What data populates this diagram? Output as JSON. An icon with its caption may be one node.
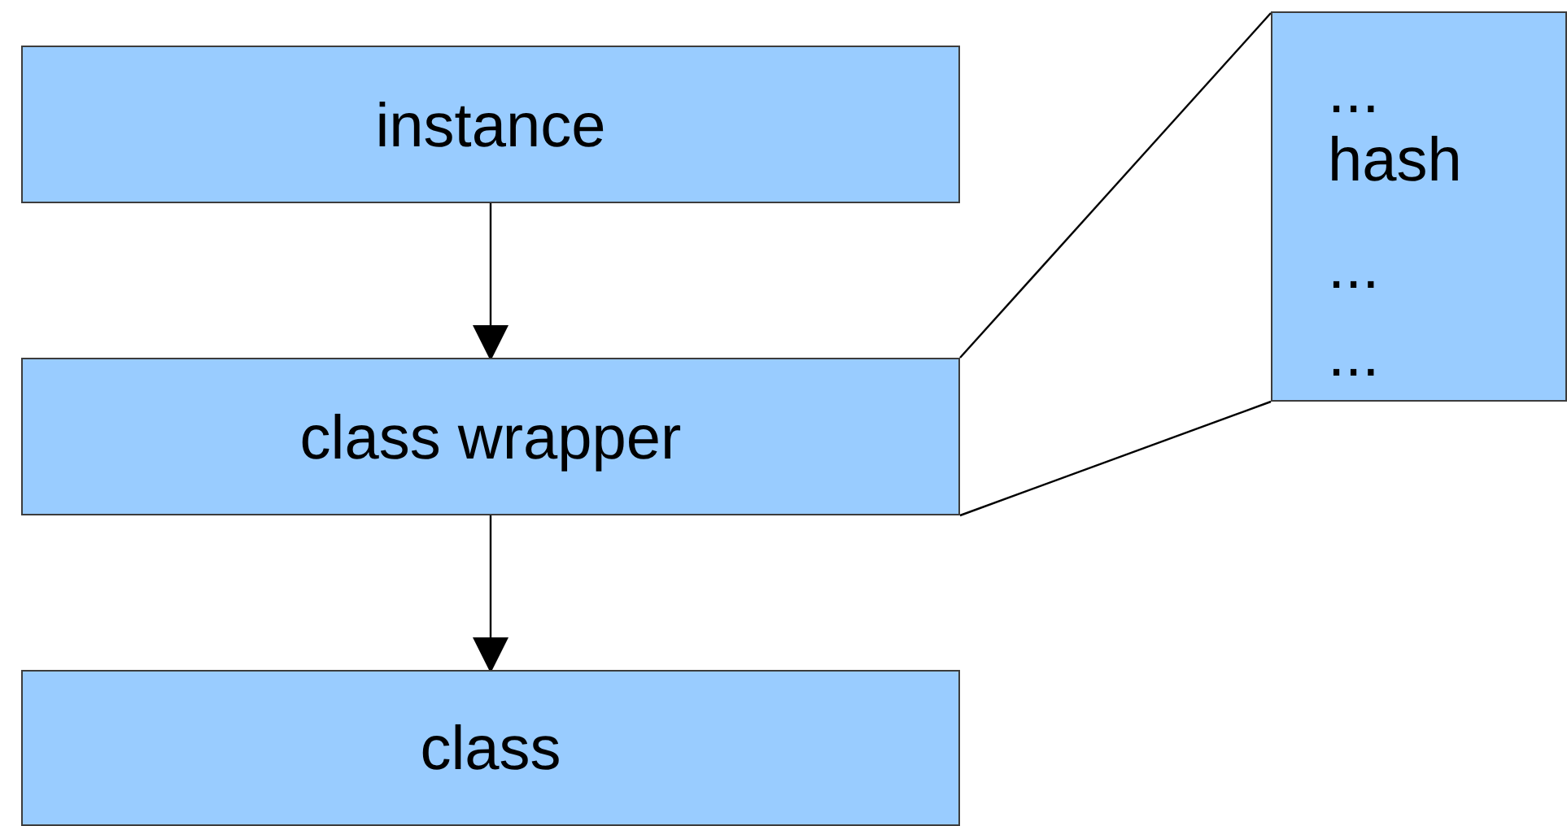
{
  "diagram": {
    "nodes": [
      {
        "text": [
          "instance"
        ]
      },
      {
        "text": [
          "class wrapper"
        ]
      },
      {
        "text": [
          "class"
        ]
      },
      {
        "text": [
          "...",
          "hash",
          "...",
          "..."
        ]
      }
    ],
    "edges": [
      {
        "from": 0,
        "to": 1,
        "arrow": "to"
      },
      {
        "from": 1,
        "to": 2,
        "arrow": "to"
      },
      {
        "from": 1,
        "to": 3,
        "arrow": "none"
      },
      {
        "from": 1,
        "to": 3,
        "arrow": "none"
      }
    ]
  }
}
